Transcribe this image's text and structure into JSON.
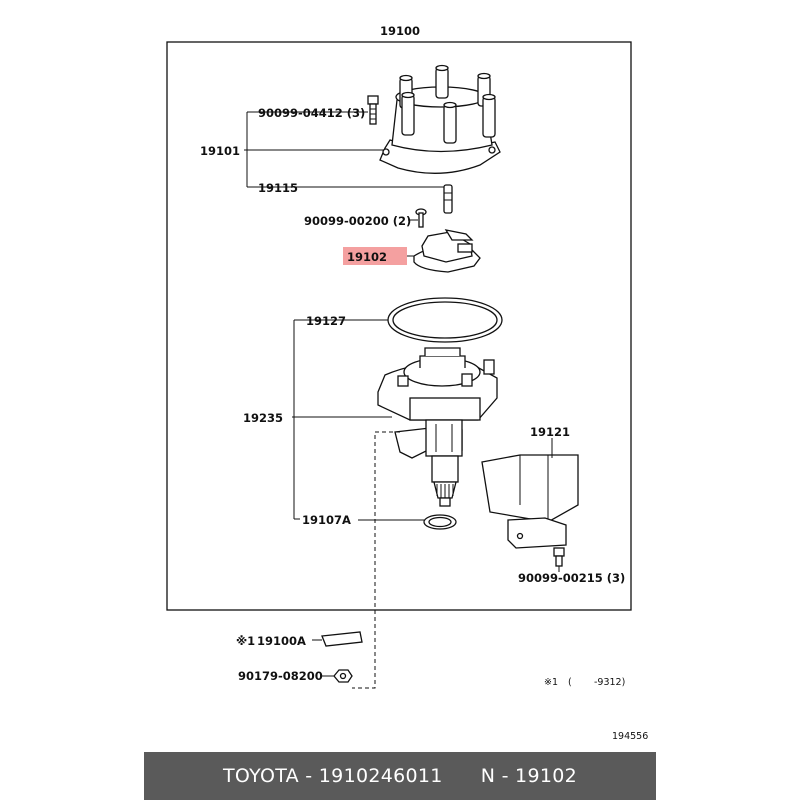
{
  "diagram": {
    "labels": {
      "assembly": "19100",
      "bolt_cap": "90099-04412 (3)",
      "cap": "19101",
      "terminal": "19115",
      "screw_rotor": "90099-00200 (2)",
      "rotor": "19102",
      "oring": "19127",
      "housing": "19235",
      "cover": "19121",
      "gasket": "19107A",
      "bolt_cover": "90099-00215 (3)",
      "label_plate_mark": "※1",
      "label_plate": "19100A",
      "nut": "90179-08200",
      "note_mark": "※1",
      "note_open": "(",
      "note_range": "-9312)",
      "diagram_id": "194556"
    },
    "highlight_color": "#f4a0a0"
  },
  "footer": {
    "text": "TOYOTA - 1910246011      N - 19102"
  }
}
